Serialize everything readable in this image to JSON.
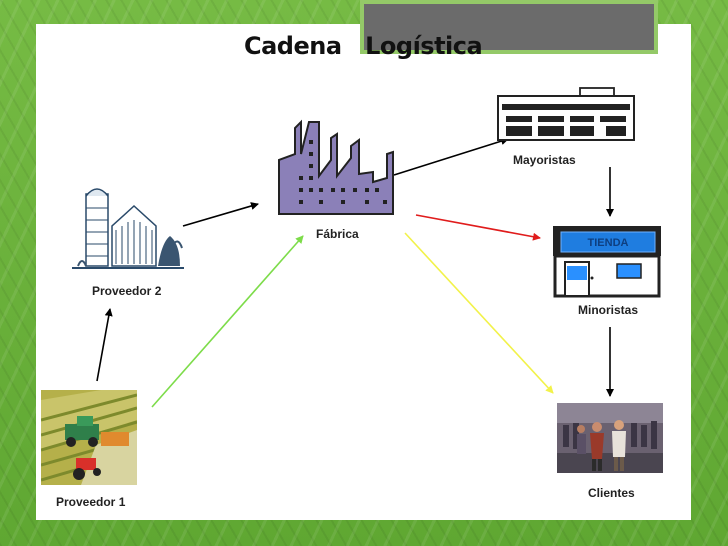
{
  "title": "Cadena   Logística",
  "nodes": {
    "proveedor_1": "Proveedor 1",
    "proveedor_2": "Proveedor 2",
    "fabrica": "Fábrica",
    "mayoristas": "Mayoristas",
    "minoristas": "Minoristas",
    "clientes": "Clientes"
  },
  "store_sign": "TIENDA",
  "icons": [
    "tractor-field-icon",
    "farm-silo-icon",
    "factory-icon",
    "warehouse-icon",
    "store-icon",
    "people-crowd-icon"
  ],
  "colors": {
    "background": "#6fb43f",
    "title_box": "#6b6b6b",
    "arrow_black": "#000000",
    "arrow_green": "#7ddc4a",
    "arrow_red": "#e01c1c",
    "arrow_yellow": "#f2f24a",
    "factory": "#8b80b8"
  }
}
